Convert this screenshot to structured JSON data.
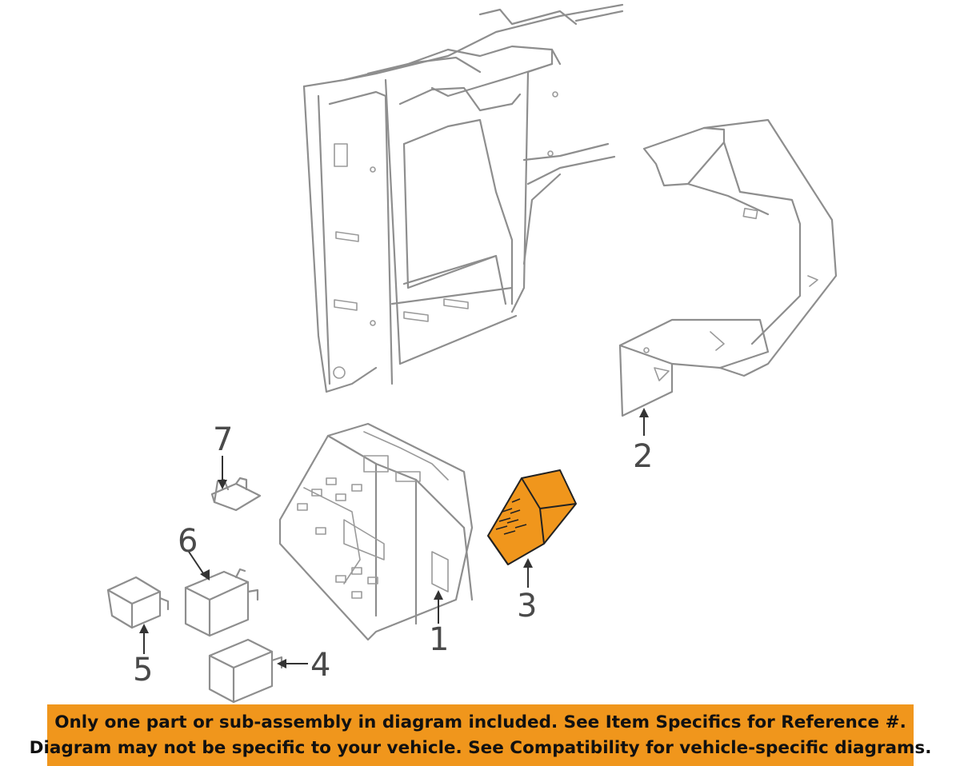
{
  "callouts": [
    {
      "id": "1",
      "label": "1"
    },
    {
      "id": "2",
      "label": "2"
    },
    {
      "id": "3",
      "label": "3"
    },
    {
      "id": "4",
      "label": "4"
    },
    {
      "id": "5",
      "label": "5"
    },
    {
      "id": "6",
      "label": "6"
    },
    {
      "id": "7",
      "label": "7"
    }
  ],
  "highlight_color": "#f0961c",
  "highlighted_part": "3",
  "banner": {
    "line1": "Only one part or sub-assembly in diagram included. See Item Specifics for Reference #.",
    "line2": "Diagram may not be specific to your vehicle. See Compatibility for vehicle-specific diagrams."
  }
}
